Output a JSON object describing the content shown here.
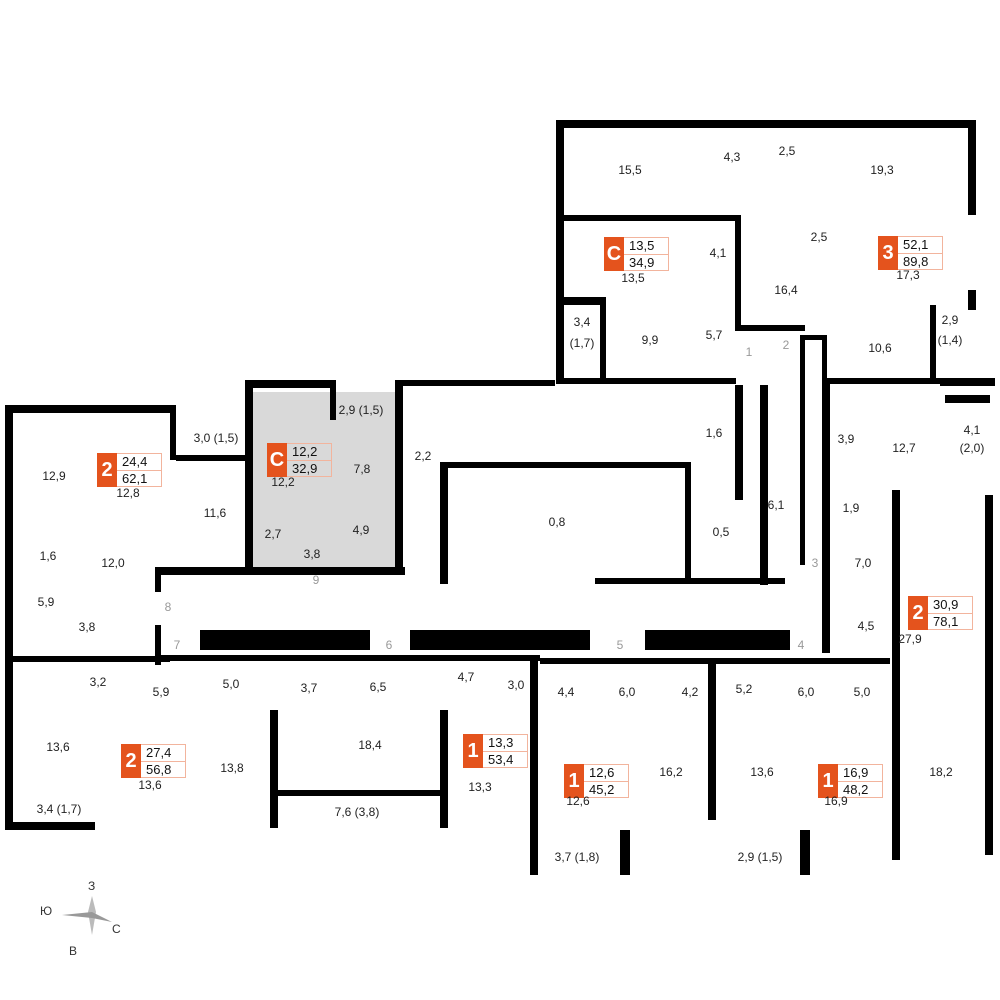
{
  "apartments": [
    {
      "type": "2",
      "living": "24,4",
      "total": "62,1"
    },
    {
      "type": "C",
      "living": "12,2",
      "total": "32,9"
    },
    {
      "type": "C",
      "living": "13,5",
      "total": "34,9"
    },
    {
      "type": "3",
      "living": "52,1",
      "total": "89,8"
    },
    {
      "type": "2",
      "living": "30,9",
      "total": "78,1"
    },
    {
      "type": "2",
      "living": "27,4",
      "total": "56,8"
    },
    {
      "type": "1",
      "living": "13,3",
      "total": "53,4"
    },
    {
      "type": "1",
      "living": "12,6",
      "total": "45,2"
    },
    {
      "type": "1",
      "living": "16,9",
      "total": "48,2"
    }
  ],
  "rooms": [
    "15,5",
    "4,3",
    "2,5",
    "19,3",
    "4,1",
    "2,5",
    "16,4",
    "17,3",
    "13,5",
    "9,9",
    "5,7",
    "3,4",
    "(1,7)",
    "2,9",
    "(1,4)",
    "10,6",
    "1",
    "2",
    "3,0 (1,5)",
    "2,9 (1,5)",
    "12,9",
    "12,8",
    "11,6",
    "12,2",
    "7,8",
    "2,2",
    "1,6",
    "3,9",
    "12,7",
    "4,1",
    "(2,0)",
    "1,6",
    "12,0",
    "2,7",
    "3,8",
    "4,9",
    "0,8",
    "0,5",
    "6,1",
    "1,9",
    "9",
    "3",
    "7,0",
    "5,9",
    "3,8",
    "8",
    "4,5",
    "27,9",
    "7",
    "6",
    "5",
    "4",
    "3,2",
    "5,9",
    "5,0",
    "3,7",
    "6,5",
    "4,7",
    "3,0",
    "4,4",
    "6,0",
    "4,2",
    "5,2",
    "6,0",
    "5,0",
    "13,6",
    "18,4",
    "13,8",
    "13,6",
    "13,3",
    "12,6",
    "16,2",
    "13,6",
    "16,9",
    "18,2",
    "3,4 (1,7)",
    "7,6 (3,8)",
    "3,7 (1,8)",
    "2,9 (1,5)"
  ],
  "compass": {
    "north": "З",
    "west": "Ю",
    "east": "С",
    "south": "В"
  },
  "colors": {
    "accent": "#E4531D",
    "studio_fill": "#d9d9d9",
    "wall": "#000000"
  }
}
